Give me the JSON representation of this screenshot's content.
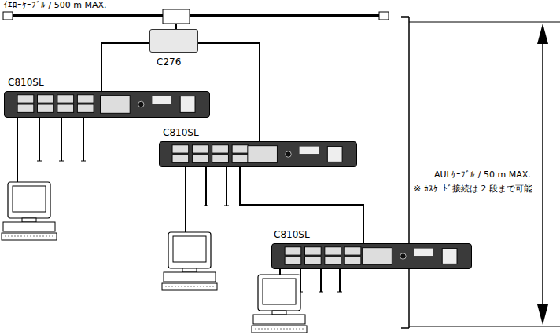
{
  "diagram": {
    "nodes": [
      {
        "text": [
          "C276"
        ]
      },
      {
        "text": [
          "C810SL"
        ]
      },
      {
        "text": [
          "C810SL"
        ]
      },
      {
        "text": [
          "C810SL"
        ]
      }
    ],
    "edges": [
      {
        "from": 0,
        "to": 1,
        "arrow": "none"
      },
      {
        "from": 0,
        "to": 2,
        "arrow": "none"
      },
      {
        "from": 2,
        "to": 3,
        "arrow": "none"
      }
    ],
    "labels": [
      "ｲｴﾛｰｹｰﾌﾞﾙ / 500 m MAX.",
      "AUI ｹｰﾌﾞﾙ / 50 m MAX.",
      "※ ｶｽｹｰﾄﾞ接続は 2 段まで可能"
    ]
  }
}
